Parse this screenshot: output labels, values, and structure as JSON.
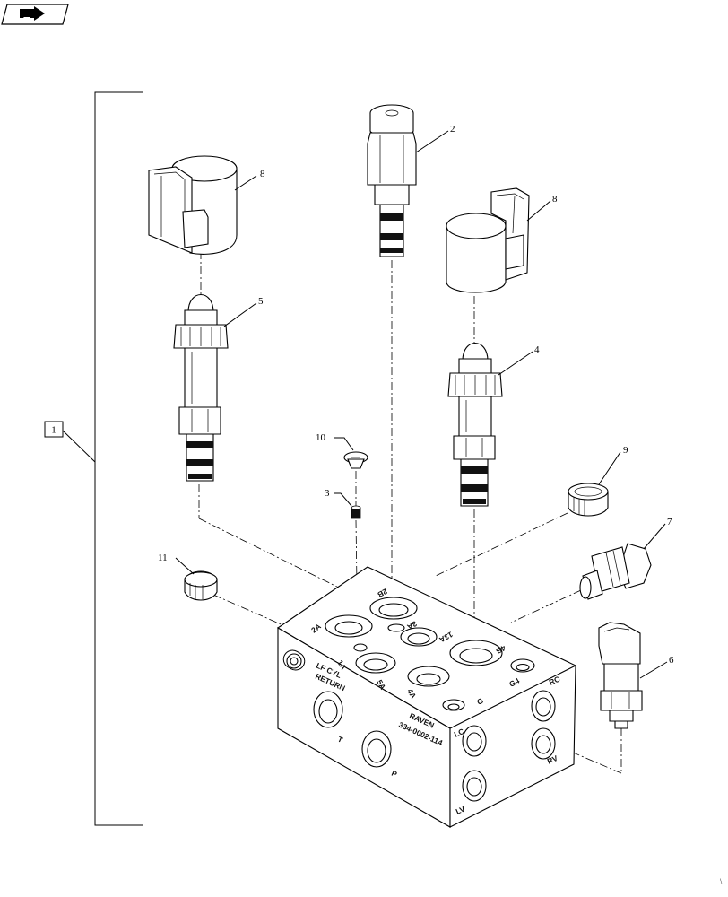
{
  "nav": {
    "icon": "arrow-right-icon"
  },
  "callouts": {
    "c1": "1",
    "c2": "2",
    "c3": "3",
    "c4": "4",
    "c5": "5",
    "c6": "6",
    "c7": "7",
    "c8a": "8",
    "c8b": "8",
    "c9": "9",
    "c10": "10",
    "c11": "11"
  },
  "block_markings": {
    "p2a": "2A",
    "p2b": "2B",
    "p3a": "3A",
    "p4a": "4A",
    "p4b": "4B",
    "p13a": "13A",
    "p1a": "1A",
    "p5a": "5A",
    "g4": "G4",
    "g": "G",
    "rc": "RC",
    "rv": "RV",
    "lc": "LC",
    "lv": "LV",
    "t": "T",
    "p": "P",
    "lf_cyl": "LF CYL",
    "return": "RETURN",
    "brand": "RAVEN",
    "part_no": "334-0002-114"
  }
}
